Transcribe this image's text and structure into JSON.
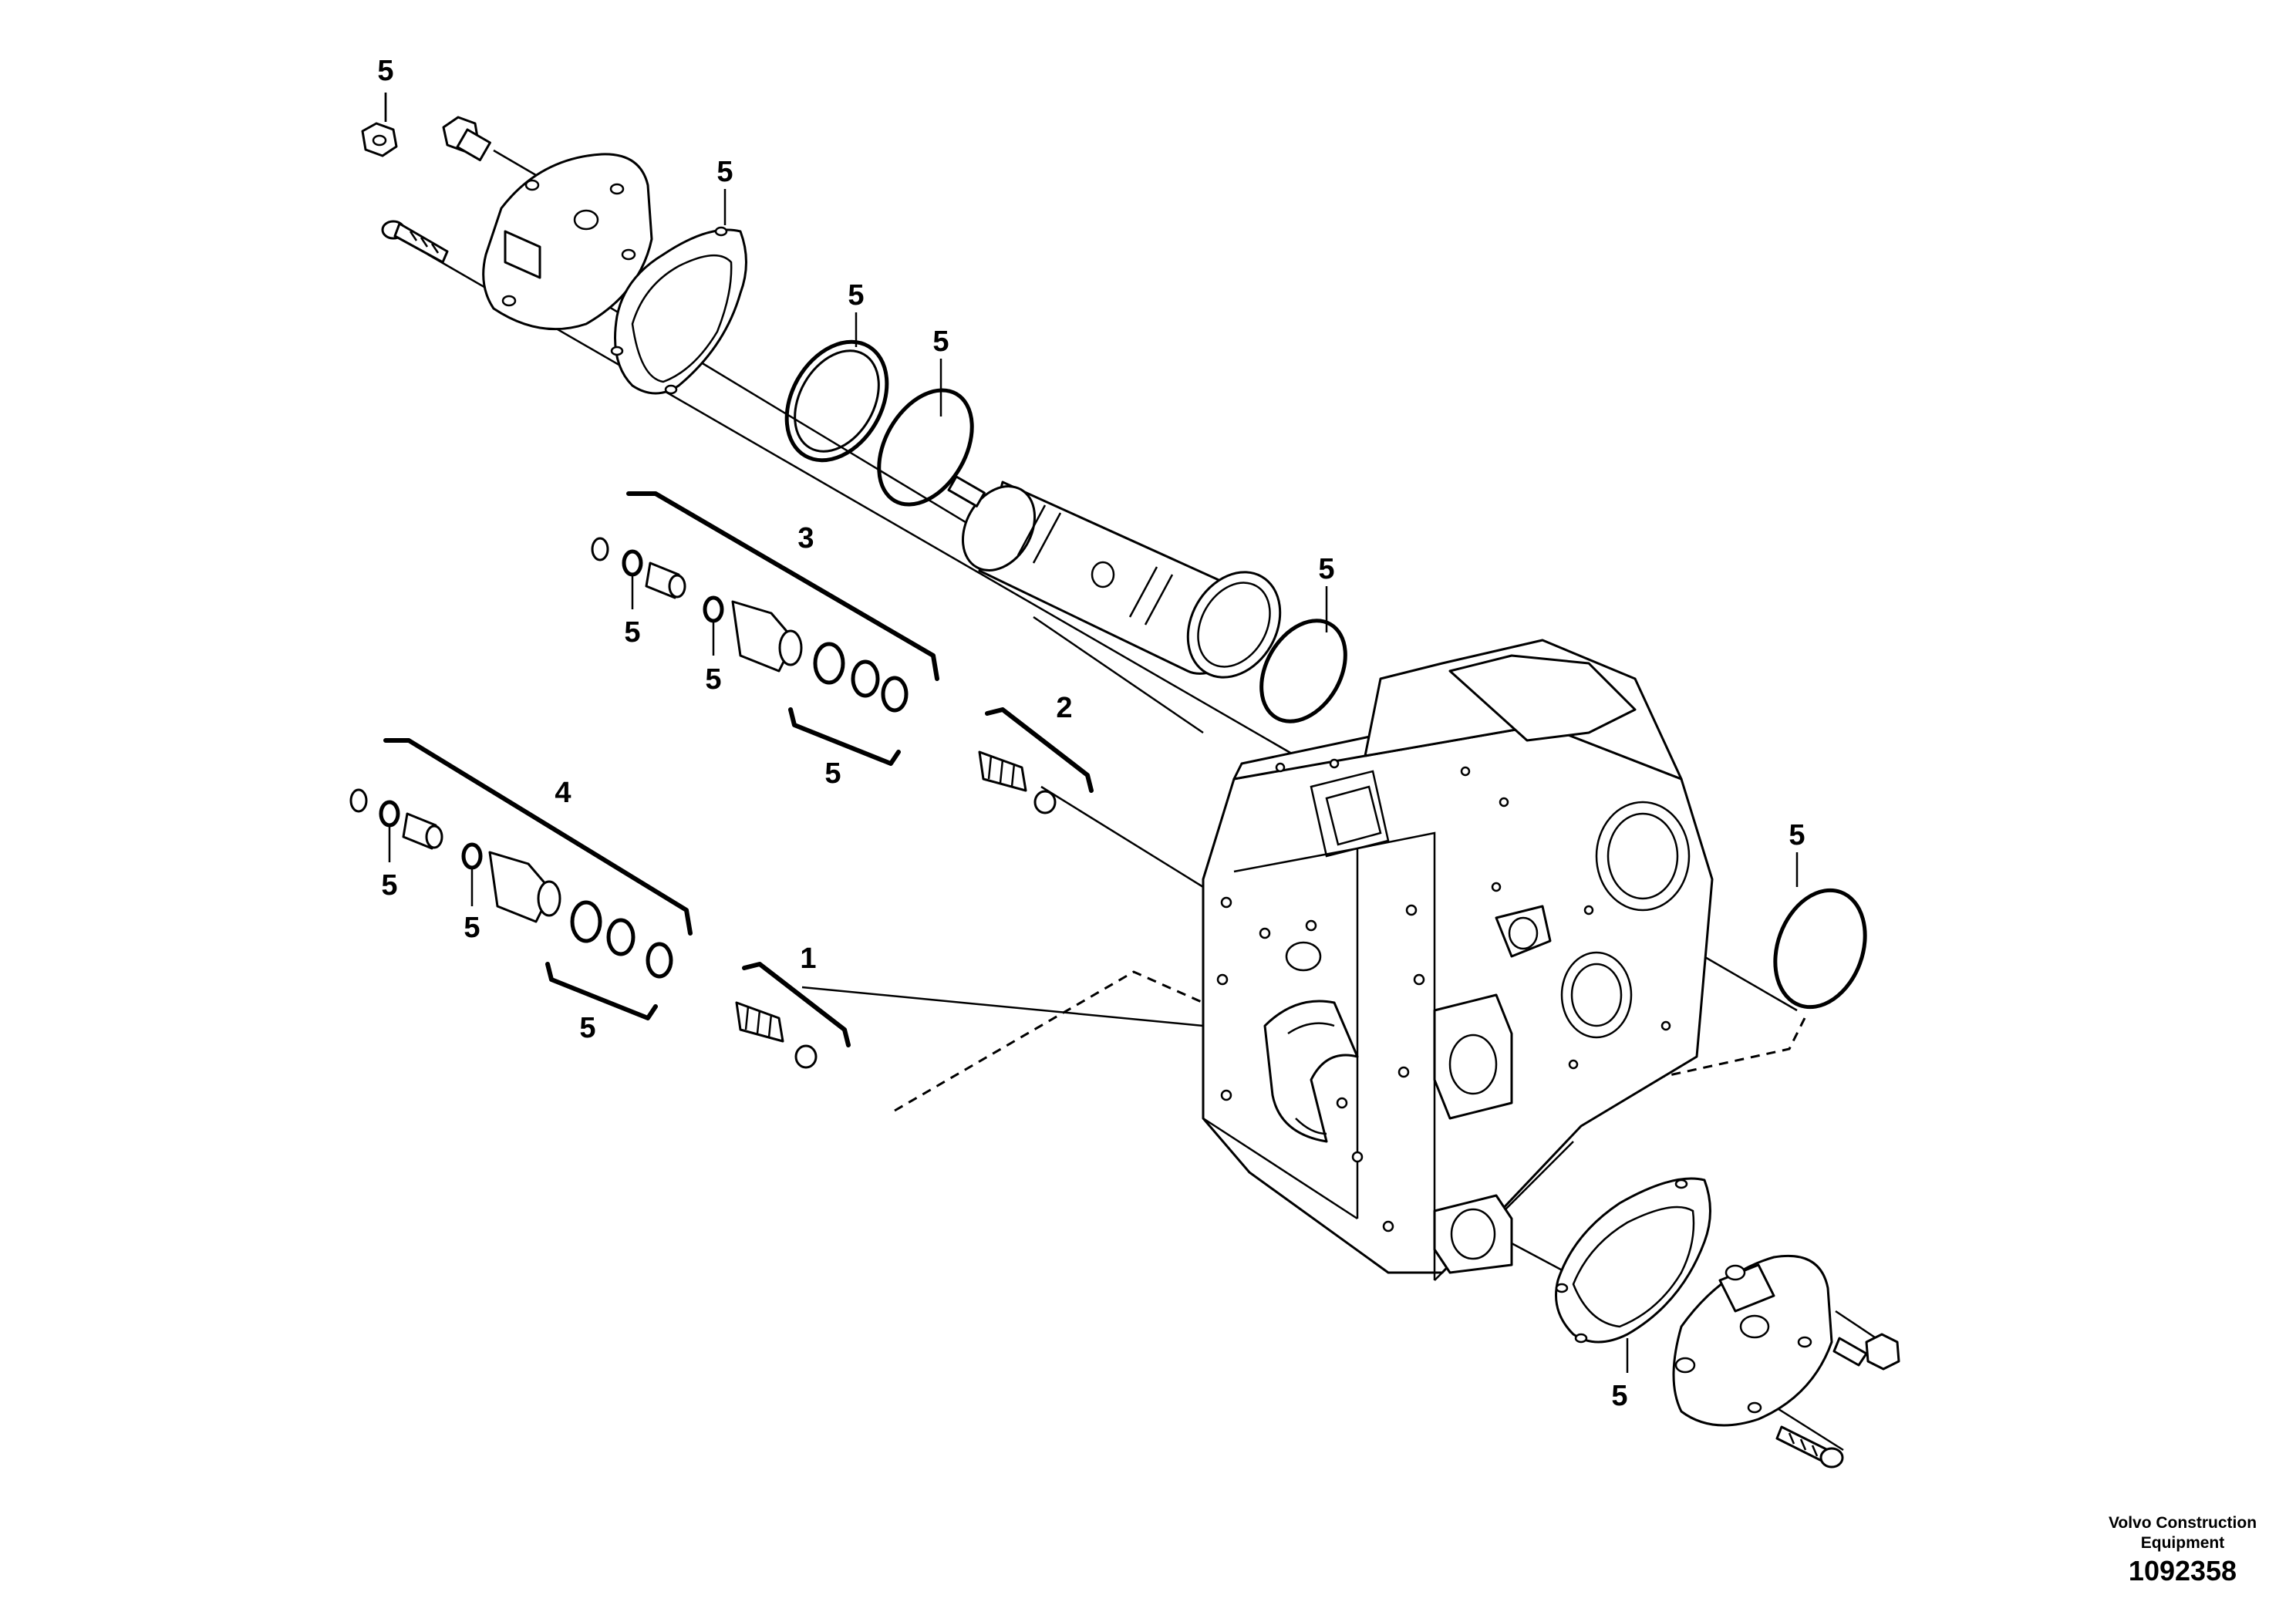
{
  "callouts": {
    "top_nut": "5",
    "cover_gasket": "5",
    "snap_ring": "5",
    "o_ring_upper": "5",
    "sleeve_o_ring": "5",
    "group_3": "3",
    "valve3_ring_a": "5",
    "valve3_ring_b": "5",
    "valve3_rings": "5",
    "group_2": "2",
    "group_4": "4",
    "valve4_ring_a": "5",
    "valve4_ring_b": "5",
    "valve4_rings": "5",
    "group_1": "1",
    "housing_o_ring": "5",
    "lower_gasket": "5"
  },
  "footer": {
    "brand_line1": "Volvo Construction",
    "brand_line2": "Equipment",
    "drawing_number": "1092358"
  }
}
